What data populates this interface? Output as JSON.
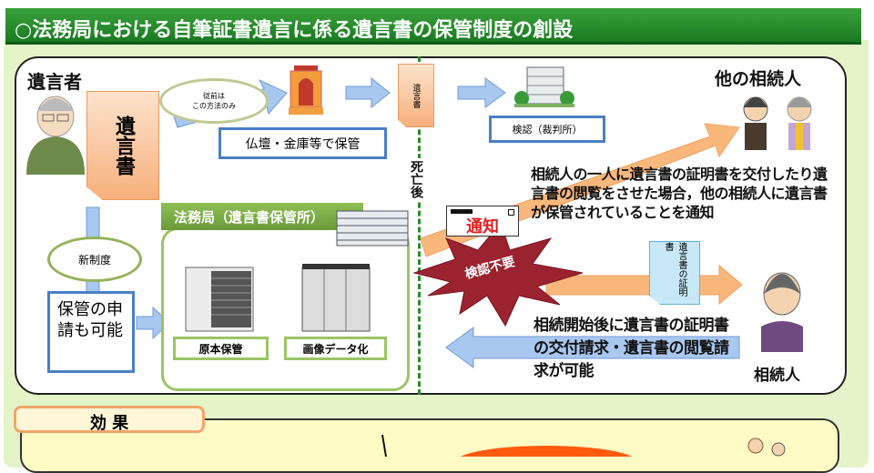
{
  "title": "○法務局における自筆証書遺言に係る遺言書の保管制度の創設",
  "testator": {
    "label": "遺言者",
    "document": "遺言書"
  },
  "old_method": {
    "bubble": "従前は\nこの方法のみ",
    "storage": "仏壇・金庫等で保管",
    "document": "遺言書",
    "court": "検認（裁判所）"
  },
  "after_death": "死亡後",
  "other_heirs": {
    "label": "他の相続人",
    "notice": "相続人の一人に遺言書の証明書を交付したり遺言書の閲覧をさせた場合，他の相続人に遺言書が保管されていることを通知",
    "envelope": "通知"
  },
  "new_system": {
    "bubble": "新制度",
    "application": "保管の申請も可能",
    "office_title": "法務局（遺言書保管所）",
    "original": "原本保管",
    "digitize": "画像データ化"
  },
  "no_probate": "検認不要",
  "certificate": "遺言書の証明書",
  "heir": {
    "label": "相続人",
    "request": "相続開始後に遺言書の証明書の交付請求・遺言書の閲覧請求が可能"
  },
  "effect_tab": "効 果",
  "colors": {
    "title_green": "#1a7a22",
    "arrow_blue": "#a9c8f0",
    "arrow_orange": "#f9b77c",
    "star_red": "#9b2330"
  }
}
